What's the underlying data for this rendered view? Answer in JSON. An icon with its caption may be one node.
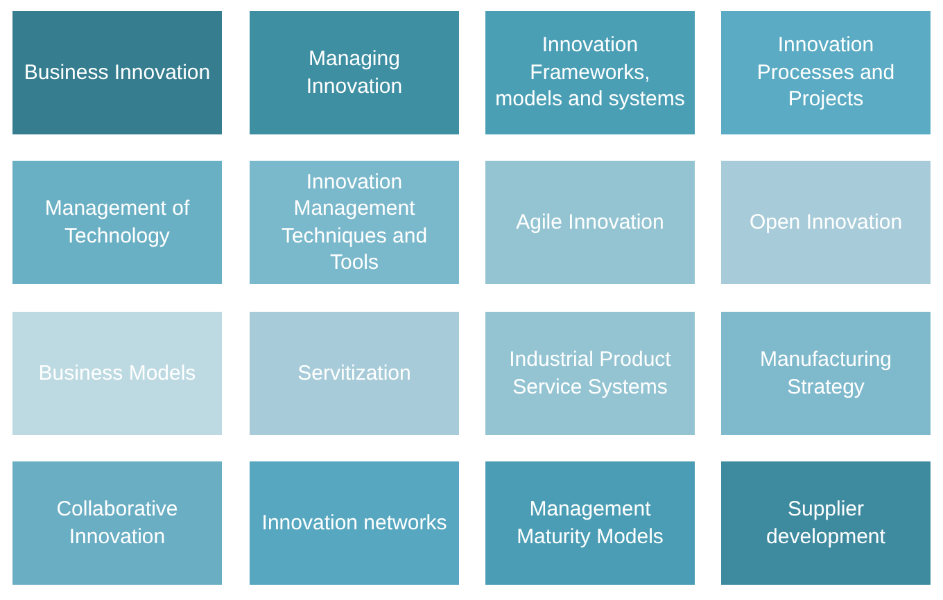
{
  "diagram": {
    "nodes": [
      {
        "text": [
          "Business Innovation"
        ]
      },
      {
        "text": [
          "Managing Innovation"
        ]
      },
      {
        "text": [
          "Innovation Frameworks, models and systems"
        ]
      },
      {
        "text": [
          "Innovation Processes and Projects"
        ]
      },
      {
        "text": [
          "Management of Technology"
        ]
      },
      {
        "text": [
          "Innovation Management Techniques and Tools"
        ]
      },
      {
        "text": [
          "Agile Innovation"
        ]
      },
      {
        "text": [
          "Open Innovation"
        ]
      },
      {
        "text": [
          "Business Models"
        ]
      },
      {
        "text": [
          "Servitization"
        ]
      },
      {
        "text": [
          "Industrial Product Service Systems"
        ]
      },
      {
        "text": [
          "Manufacturing Strategy"
        ]
      },
      {
        "text": [
          "Collaborative Innovation"
        ]
      },
      {
        "text": [
          "Innovation networks"
        ]
      },
      {
        "text": [
          "Management Maturity Models"
        ]
      },
      {
        "text": [
          "Supplier development"
        ]
      }
    ]
  }
}
